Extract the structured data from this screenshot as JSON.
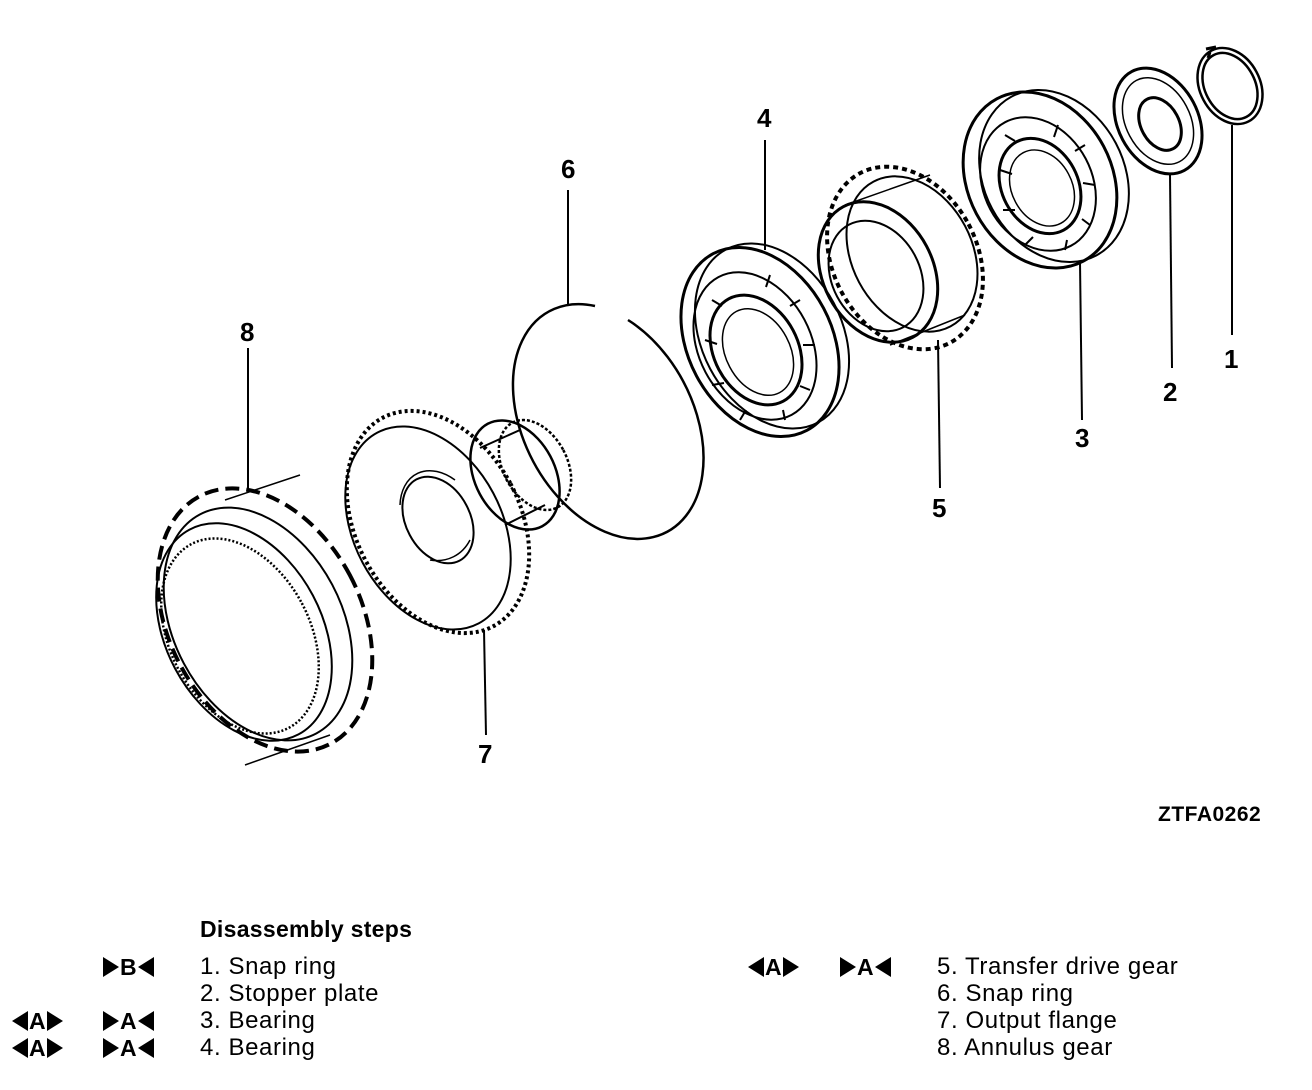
{
  "figure_code": "ZTFA0262",
  "callouts": [
    "1",
    "2",
    "3",
    "4",
    "5",
    "6",
    "7",
    "8"
  ],
  "steps_title": "Disassembly steps",
  "steps": [
    {
      "text": "1. Snap ring",
      "marks": [
        {
          "dir": "in",
          "letter": "B"
        }
      ]
    },
    {
      "text": "2. Stopper plate",
      "marks": []
    },
    {
      "text": "3. Bearing",
      "marks": [
        {
          "dir": "out",
          "letter": "A"
        },
        {
          "dir": "in",
          "letter": "A"
        }
      ]
    },
    {
      "text": "4. Bearing",
      "marks": [
        {
          "dir": "out",
          "letter": "A"
        },
        {
          "dir": "in",
          "letter": "A"
        }
      ]
    },
    {
      "text": "5. Transfer drive gear",
      "marks": [
        {
          "dir": "out",
          "letter": "A"
        },
        {
          "dir": "in",
          "letter": "A"
        }
      ]
    },
    {
      "text": "6. Snap ring",
      "marks": []
    },
    {
      "text": "7. Output flange",
      "marks": []
    },
    {
      "text": "8. Annulus gear",
      "marks": []
    }
  ]
}
